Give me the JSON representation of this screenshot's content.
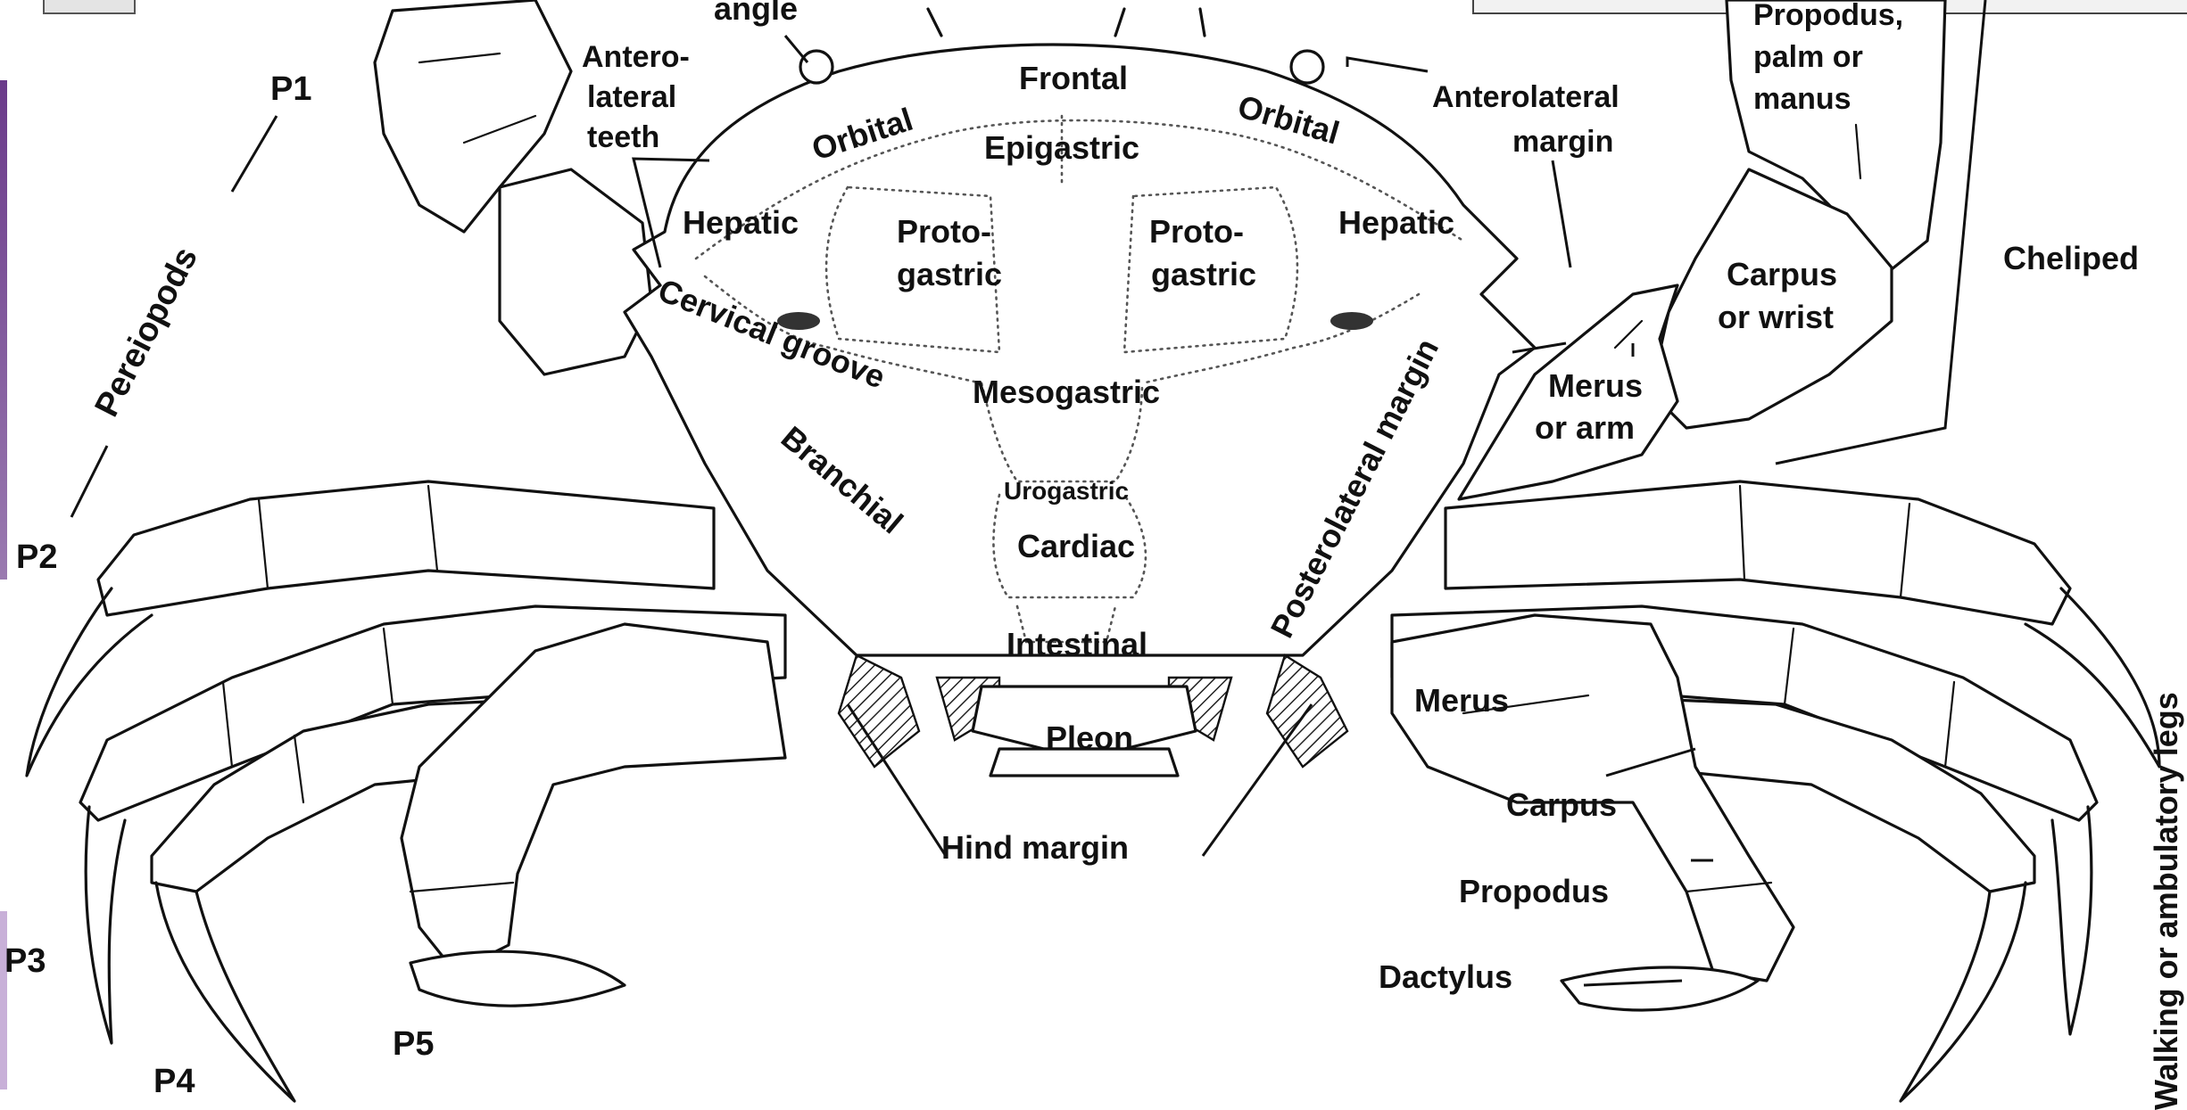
{
  "labels": {
    "angle": "angle",
    "frontal": "Frontal",
    "orbital": "Orbital",
    "epigastric": "Epigastric",
    "anterolateral_teeth": [
      "Antero-",
      "lateral",
      "teeth"
    ],
    "anterolateral_margin": [
      "Anterolateral",
      "margin"
    ],
    "hepatic": "Hepatic",
    "protogastric": [
      "Proto-",
      "gastric"
    ],
    "cervical_groove": "Cervical groove",
    "mesogastric": "Mesogastric",
    "branchial": "Branchial",
    "urogastric": "Urogastric",
    "cardiac": "Cardiac",
    "intestinal": "Intestinal",
    "pleon": "Pleon",
    "hind_margin": "Hind margin",
    "posterolateral_margin": "Posterolateral margin",
    "merus_or_arm": [
      "Merus",
      "or arm"
    ],
    "carpus_or_wrist": [
      "Carpus",
      "or wrist"
    ],
    "propodus_palm": [
      "Propodus,",
      "palm or",
      "manus"
    ],
    "cheliped": "Cheliped",
    "merus": "Merus",
    "carpus": "Carpus",
    "propodus": "Propodus",
    "dactylus": "Dactylus",
    "pereiopods": "Pereiopods",
    "walking_legs": "Walking or ambulatory legs",
    "p1": "P1",
    "p2": "P2",
    "p3": "P3",
    "p4": "P4",
    "p5": "P5"
  },
  "colors": {
    "ink": "#111111",
    "accent_bar": "#6a3a8a"
  }
}
